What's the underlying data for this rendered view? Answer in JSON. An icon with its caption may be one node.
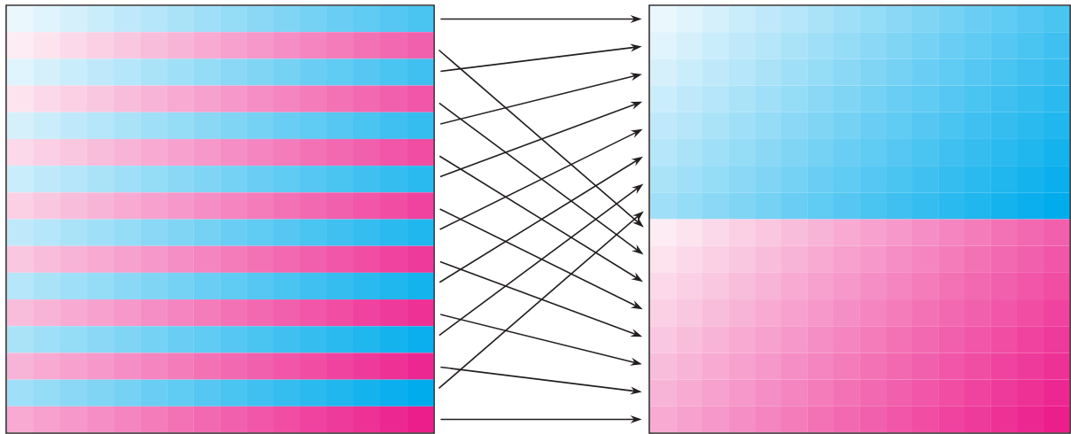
{
  "diagram": {
    "nodes": [
      {
        "text": [],
        "shape": "box"
      },
      {
        "text": [],
        "shape": "bar",
        "in": 0
      },
      {
        "text": [],
        "shape": "bar",
        "in": 0
      },
      {
        "text": [],
        "shape": "bar",
        "in": 0
      },
      {
        "text": [],
        "shape": "bar",
        "in": 0
      },
      {
        "text": [],
        "shape": "bar",
        "in": 0
      },
      {
        "text": [],
        "shape": "bar",
        "in": 0
      },
      {
        "text": [],
        "shape": "bar",
        "in": 0
      },
      {
        "text": [],
        "shape": "bar",
        "in": 0
      },
      {
        "text": [],
        "shape": "bar",
        "in": 0
      },
      {
        "text": [],
        "shape": "bar",
        "in": 0
      },
      {
        "text": [],
        "shape": "bar",
        "in": 0
      },
      {
        "text": [],
        "shape": "bar",
        "in": 0
      },
      {
        "text": [],
        "shape": "bar",
        "in": 0
      },
      {
        "text": [],
        "shape": "bar",
        "in": 0
      },
      {
        "text": [],
        "shape": "bar",
        "in": 0
      },
      {
        "text": [],
        "shape": "bar",
        "in": 0
      },
      {
        "text": [],
        "shape": "box"
      },
      {
        "text": [],
        "shape": "bar",
        "in": 17
      },
      {
        "text": [],
        "shape": "bar",
        "in": 17
      },
      {
        "text": [],
        "shape": "bar",
        "in": 17
      },
      {
        "text": [],
        "shape": "bar",
        "in": 17
      },
      {
        "text": [],
        "shape": "bar",
        "in": 17
      },
      {
        "text": [],
        "shape": "bar",
        "in": 17
      },
      {
        "text": [],
        "shape": "bar",
        "in": 17
      },
      {
        "text": [],
        "shape": "bar",
        "in": 17
      },
      {
        "text": [],
        "shape": "bar",
        "in": 17
      },
      {
        "text": [],
        "shape": "bar",
        "in": 17
      },
      {
        "text": [],
        "shape": "bar",
        "in": 17
      },
      {
        "text": [],
        "shape": "bar",
        "in": 17
      },
      {
        "text": [],
        "shape": "bar",
        "in": 17
      },
      {
        "text": [],
        "shape": "bar",
        "in": 17
      },
      {
        "text": [],
        "shape": "bar",
        "in": 17
      },
      {
        "text": [],
        "shape": "bar",
        "in": 17
      }
    ],
    "edges": [
      {
        "from": 1,
        "to": 18,
        "arrow": "to"
      },
      {
        "from": 2,
        "to": 26,
        "arrow": "to"
      },
      {
        "from": 3,
        "to": 19,
        "arrow": "to"
      },
      {
        "from": 4,
        "to": 27,
        "arrow": "to"
      },
      {
        "from": 5,
        "to": 20,
        "arrow": "to"
      },
      {
        "from": 6,
        "to": 28,
        "arrow": "to"
      },
      {
        "from": 7,
        "to": 21,
        "arrow": "to"
      },
      {
        "from": 8,
        "to": 29,
        "arrow": "to"
      },
      {
        "from": 9,
        "to": 22,
        "arrow": "to"
      },
      {
        "from": 10,
        "to": 30,
        "arrow": "to"
      },
      {
        "from": 11,
        "to": 23,
        "arrow": "to"
      },
      {
        "from": 12,
        "to": 31,
        "arrow": "to"
      },
      {
        "from": 13,
        "to": 24,
        "arrow": "to"
      },
      {
        "from": 14,
        "to": 32,
        "arrow": "to"
      },
      {
        "from": 15,
        "to": 25,
        "arrow": "to"
      },
      {
        "from": 16,
        "to": 33,
        "arrow": "to"
      }
    ]
  }
}
